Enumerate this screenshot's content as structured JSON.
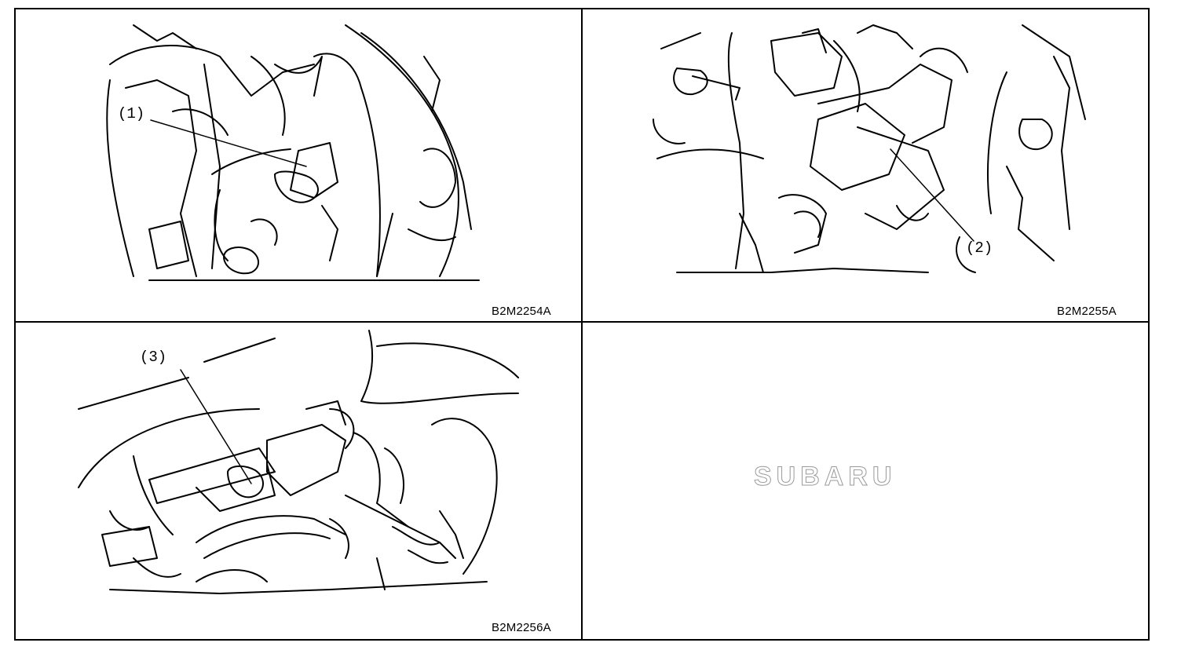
{
  "panels": [
    {
      "callout": "(1)",
      "code": "B2M2254A"
    },
    {
      "callout": "(2)",
      "code": "B2M2255A"
    },
    {
      "callout": "(3)",
      "code": "B2M2256A"
    },
    {
      "brand": "SUBARU"
    }
  ],
  "colors": {
    "ink": "#000000",
    "paper": "#ffffff",
    "watermark": "#9a9a9a"
  }
}
